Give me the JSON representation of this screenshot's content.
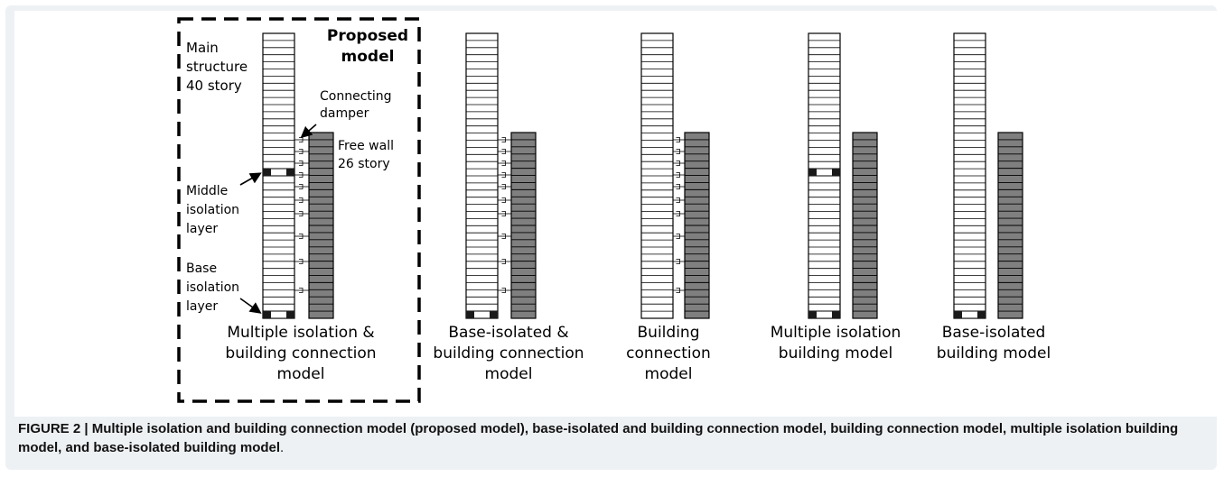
{
  "labels": {
    "proposed_title": [
      "Proposed",
      "model"
    ],
    "main_structure": [
      "Main",
      "structure",
      "40 story"
    ],
    "connecting_damper": [
      "Connecting",
      "damper"
    ],
    "free_wall": [
      "Free wall",
      "26 story"
    ],
    "middle_isolation": [
      "Middle",
      "isolation",
      "layer"
    ],
    "base_isolation": [
      "Base",
      "isolation",
      "layer"
    ]
  },
  "models": [
    {
      "id": "multiple-isolation-connection",
      "caption": [
        "Multiple isolation &",
        "building connection",
        "model"
      ],
      "main_stories": 40,
      "wall_stories": 26,
      "base_isolation": true,
      "middle_isolation": true,
      "dampers": true
    },
    {
      "id": "base-isolated-connection",
      "caption": [
        "Base-isolated &",
        "building connection",
        "model"
      ],
      "main_stories": 40,
      "wall_stories": 26,
      "base_isolation": true,
      "middle_isolation": false,
      "dampers": true
    },
    {
      "id": "building-connection",
      "caption": [
        "Building",
        "connection",
        "model"
      ],
      "main_stories": 40,
      "wall_stories": 26,
      "base_isolation": false,
      "middle_isolation": false,
      "dampers": true
    },
    {
      "id": "multiple-isolation-building",
      "caption": [
        "Multiple isolation",
        "building model"
      ],
      "main_stories": 40,
      "wall_stories": 26,
      "base_isolation": true,
      "middle_isolation": true,
      "dampers": false
    },
    {
      "id": "base-isolated-building",
      "caption": [
        "Base-isolated",
        "building model"
      ],
      "main_stories": 40,
      "wall_stories": 26,
      "base_isolation": true,
      "middle_isolation": false,
      "dampers": false
    }
  ],
  "caption": {
    "bold": "FIGURE 2 | Multiple isolation and building connection model (proposed model), base-isolated and building connection model, building connection model, multiple isolation building model, and base-isolated building model",
    "tail": "."
  },
  "colors": {
    "wall_fill": "#7f7f7f",
    "isolation_block": "#1a1a1a",
    "outline": "#000000",
    "dashed_box": "#000000"
  }
}
